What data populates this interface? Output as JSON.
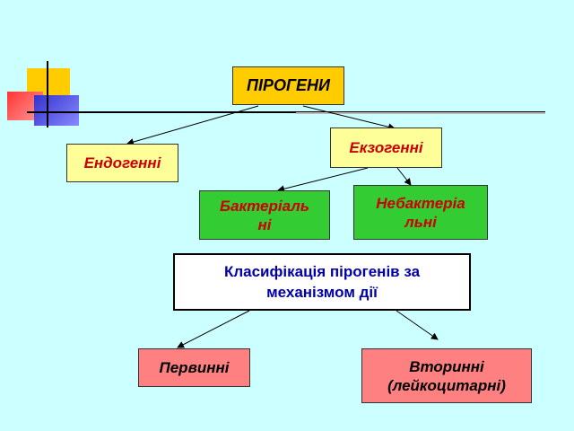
{
  "diagram": {
    "root": "ПІРОГЕНИ",
    "endogenous": "Ендогенні",
    "exogenous": "Екзогенні",
    "bacterial_line1": "Бактеріаль",
    "bacterial_line2": "ні",
    "nonbacterial_line1": "Небактеріа",
    "nonbacterial_line2": "льні",
    "classification_line1": "Класифікація пірогенів за",
    "classification_line2": "механізмом дії",
    "primary": "Первинні",
    "secondary_line1": "Вторинні",
    "secondary_line2": "(лейкоцитарні)"
  },
  "colors": {
    "background": "#ccffff",
    "yellow_box": "#ffff99",
    "green_box": "#33cc33",
    "red_box": "#ff8080",
    "root_box": "#ffcc00",
    "red_text": "#cc0000",
    "blue_text": "#0000aa"
  }
}
